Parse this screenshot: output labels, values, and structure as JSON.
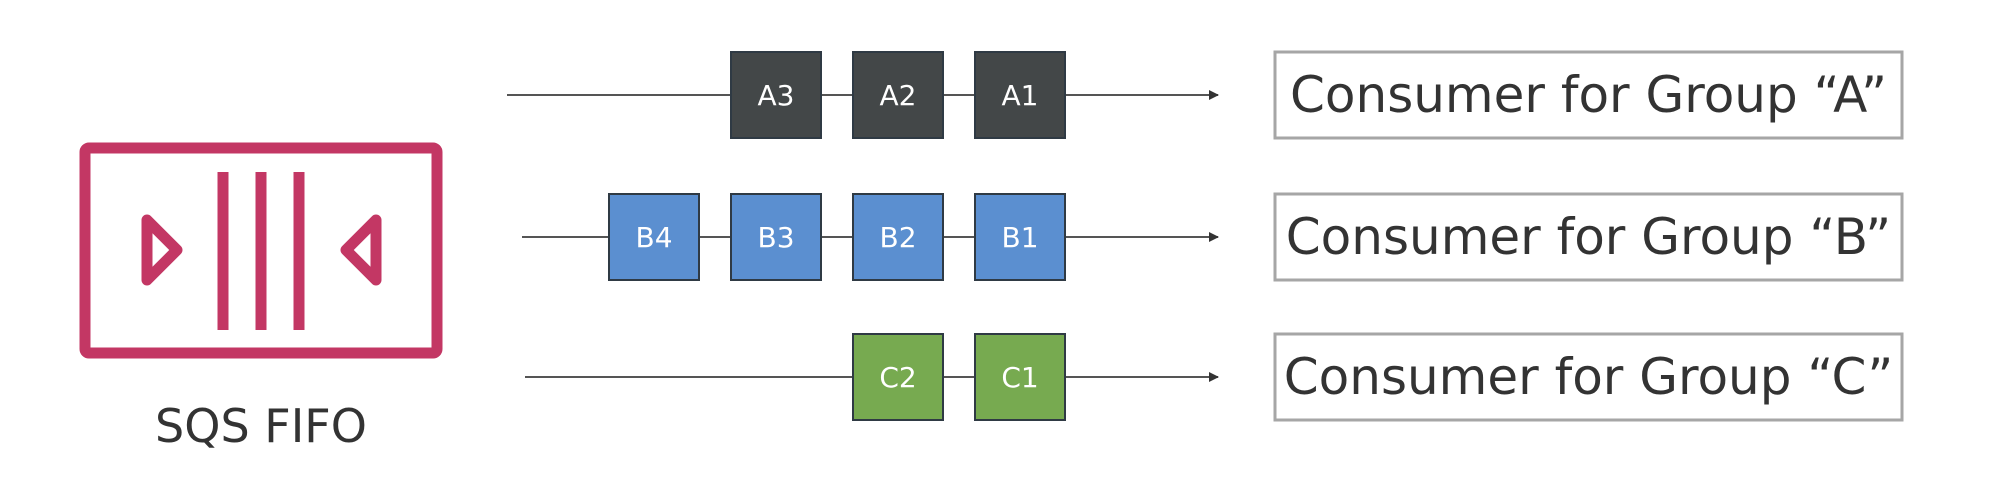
{
  "queue": {
    "label": "SQS FIFO",
    "icon": "sqs-queue-icon",
    "color": "#C33764"
  },
  "groups": [
    {
      "id": "A",
      "color": "#434748",
      "messages": [
        "A3",
        "A2",
        "A1"
      ],
      "consumer": "Consumer for Group “A”"
    },
    {
      "id": "B",
      "color": "#5B8FD0",
      "messages": [
        "B4",
        "B3",
        "B2",
        "B1"
      ],
      "consumer": "Consumer for Group “B”"
    },
    {
      "id": "C",
      "color": "#77AA50",
      "messages": [
        "C2",
        "C1"
      ],
      "consumer": "Consumer for Group “C”"
    }
  ]
}
